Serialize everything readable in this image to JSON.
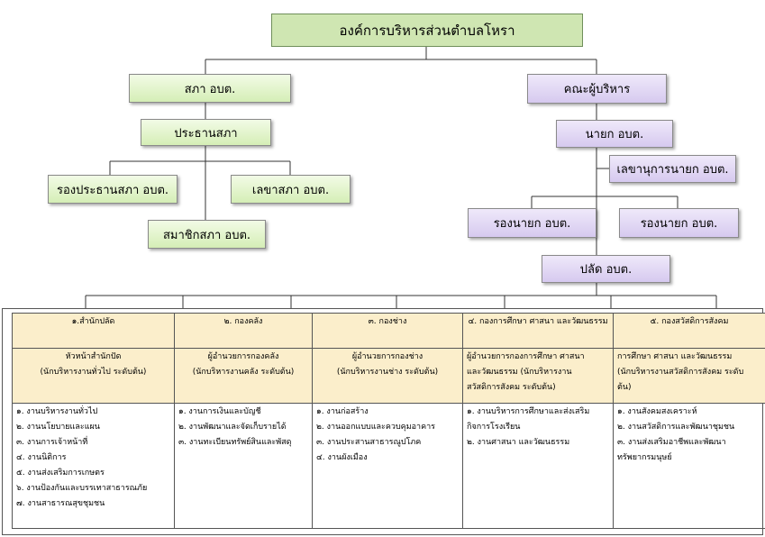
{
  "org": {
    "top": "องค์การบริหารส่วนตำบลโหรา",
    "council": {
      "head": "สภา อบต.",
      "chair": "ประธานสภา",
      "vice_chair": "รองประธานสภา อบต.",
      "secretary": "เลขาสภา  อบต.",
      "member": "สมาชิกสภา  อบต."
    },
    "executive": {
      "head": "คณะผู้บริหาร",
      "mayor": "นายก อบต.",
      "mayor_secretary": "เลขานุการนายก อบต.",
      "deputy_1": "รองนายก  อบต.",
      "deputy_2": "รองนายก  อบต.",
      "clerk": "ปลัด อบต."
    }
  },
  "divisions": [
    {
      "name": "๑.สำนักปลัด",
      "head": [
        "หัวหน้าสำนักปัด",
        "(นักบริหารงานทั่วไป ระดับต้น)"
      ],
      "duties": [
        "๑. งานบริหารงานทั่วไป",
        "๒. งานนโยบายและแผน",
        "๓. งานการเจ้าหน้าที่",
        "๔. งานนิติการ",
        "๕. งานส่งเสริมการเกษตร",
        "๖. งานป้องกันและบรรเทาสาธารณภัย",
        "๗. งานสาธารณสุขชุมชน"
      ]
    },
    {
      "name": "๒. กองคลัง",
      "head": [
        "ผู้อำนวยการกองคลัง",
        "(นักบริหารงานคลัง ระดับต้น)"
      ],
      "duties": [
        "๑. งานการเงินและบัญชี",
        "๒. งานพัฒนาและจัดเก็บรายได้",
        "๓. งานทะเบียนทรัพย์สินและพัสดุ"
      ]
    },
    {
      "name": "๓. กองช่าง",
      "head": [
        "ผู้อำนวยการกองช่าง",
        "(นักบริหารงานช่าง ระดับต้น)"
      ],
      "duties": [
        "๑. งานก่อสร้าง",
        "๒. งานออกแบบและควบคุมอาคาร",
        "๓. งานประสานสาธารณูปโภค",
        "๔. งานผังเมือง"
      ]
    },
    {
      "name": "๔. กองการศึกษา ศาสนา และวัฒนธรรม",
      "head": [
        "ผู้อำนวยการกองการศึกษา ศาสนา",
        "และวัฒนธรรม (นักบริหารงาน",
        "สวัสดิการสังคม ระดับต้น)"
      ],
      "duties": [
        "๑. งานบริหารการศึกษาและส่งเสริม",
        "กิจการโรงเรียน",
        "๒. งานศาสนา และวัฒนธรรม"
      ]
    },
    {
      "name": "๕. กองสวัสดิการสังคม",
      "head": [
        "การศึกษา ศาสนา และวัฒนธรรม",
        "(นักบริหารงานสวัสดิการสังคม ระดับ",
        "ต้น)"
      ],
      "duties": [
        "๑. งานสังคมสงเคราะห์",
        "๒. งานสวัสดิการและพัฒนาชุมชน",
        "๓. งานส่งเสริมอาชีพและพัฒนา",
        "ทรัพยากรมนุษย์"
      ]
    }
  ],
  "colors": {
    "council_box": "#d5eeb6",
    "executive_box": "#d6c9ef",
    "division_header": "#fbeecb",
    "top_box": "#cfe6b2"
  }
}
